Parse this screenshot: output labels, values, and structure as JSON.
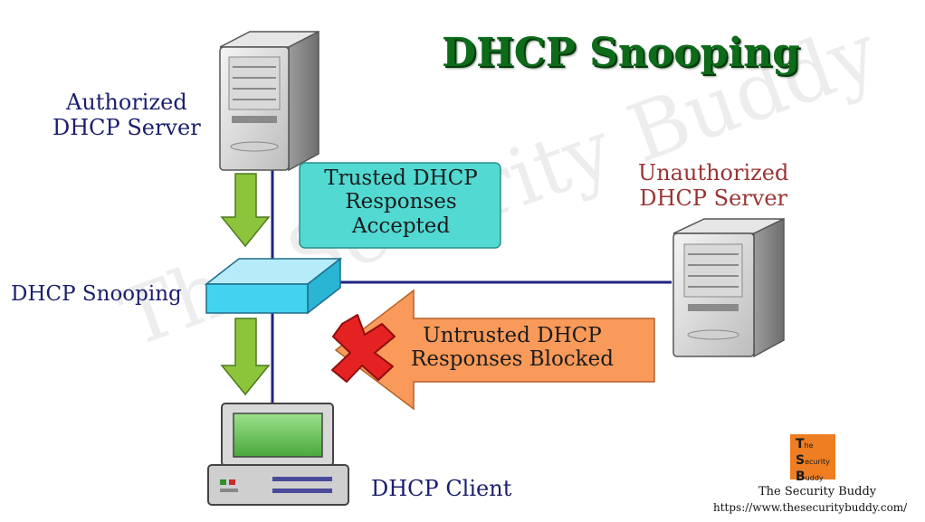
{
  "title": "DHCP Snooping",
  "watermark": "The Security Buddy",
  "nodes": {
    "authorized_server": [
      "Authorized",
      "DHCP Server"
    ],
    "unauthorized_server": [
      "Unauthorized",
      "DHCP Server"
    ],
    "switch": "DHCP Snooping",
    "client": "DHCP Client"
  },
  "callouts": {
    "trusted": [
      "Trusted DHCP",
      "Responses",
      "Accepted"
    ],
    "untrusted": [
      "Untrusted DHCP",
      "Responses Blocked"
    ]
  },
  "branding": {
    "logo_letters": [
      "T",
      "S",
      "B"
    ],
    "logo_words": [
      "he",
      "ecurity",
      "uddy"
    ],
    "name": "The Security Buddy",
    "url": "https://www.thesecuritybuddy.com/"
  },
  "colors": {
    "link": "#1e2480",
    "arrow_green": "#8cc43c",
    "switch_cyan": "#43d3f0",
    "trusted_box": "#52d9d2",
    "untrusted_arrow": "#f99a5a",
    "block_x": "#e52222",
    "title_green": "#0d6b1a",
    "logo_orange": "#ee7e21"
  }
}
